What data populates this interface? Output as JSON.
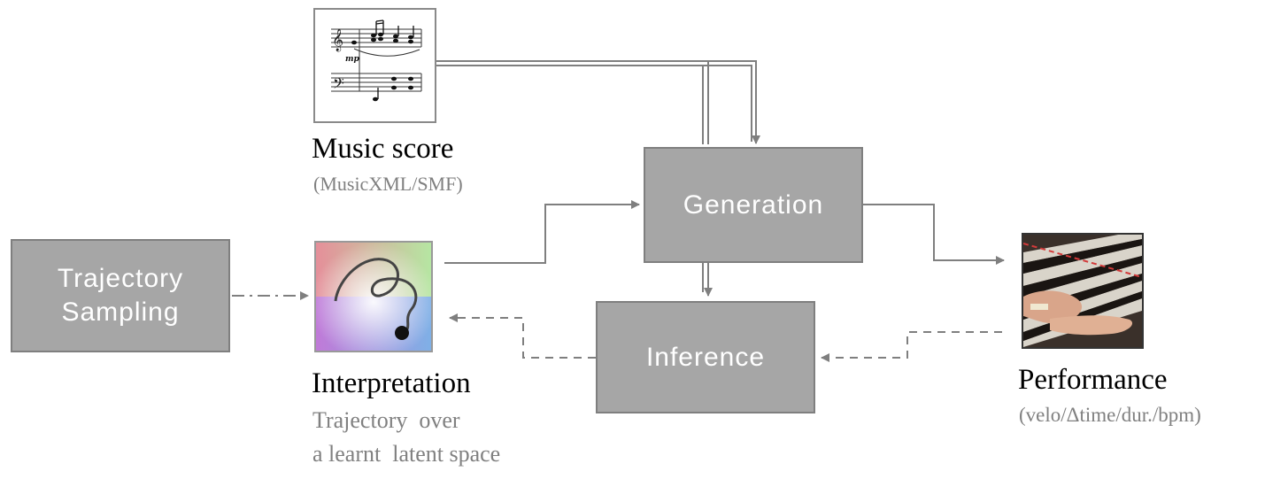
{
  "nodes": {
    "generation": "Generation",
    "inference": "Inference",
    "trajectory_sampling": "Trajectory\nSampling"
  },
  "music_score": {
    "title": "Music score",
    "subtitle": "(MusicXML/SMF)",
    "dynamic_mark": "mp",
    "image_icon": "sheet-music-icon"
  },
  "interpretation": {
    "title": "Interpretation",
    "subtitle_line1": "Trajectory  over",
    "subtitle_line2": "a learnt  latent space",
    "image_icon": "latent-space-trajectory-icon"
  },
  "performance": {
    "title": "Performance",
    "subtitle": "(velo/Δtime/dur./bpm)",
    "image_icon": "piano-hands-photo"
  },
  "colors": {
    "box_fill": "#a6a6a6",
    "box_border": "#7f7f7f",
    "box_text": "#ffffff",
    "arrow": "#7f7f7f",
    "subtitle_text": "#808080"
  }
}
